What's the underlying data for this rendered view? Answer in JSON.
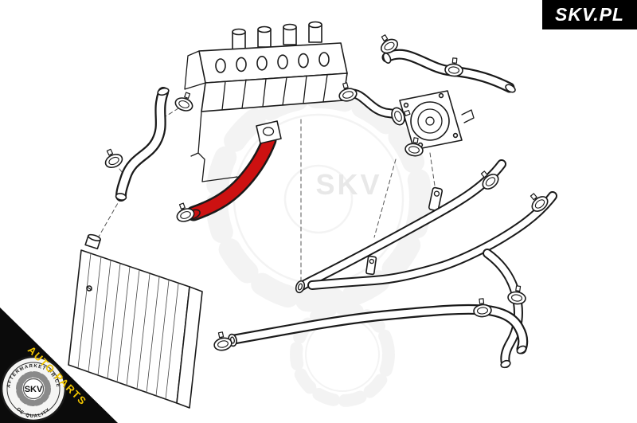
{
  "logo": {
    "text": "SKV.PL"
  },
  "watermark": {
    "text": "SKV"
  },
  "badge": {
    "center": "SKV",
    "ribbon": "AUTO PARTS",
    "arc_top": "AFTERMARKET PRICE",
    "arc_bottom": "OE QUALITY"
  },
  "colors": {
    "highlight": "#cc1111",
    "line": "#1a1a1a",
    "watermark": "#e9e9e9",
    "accent_yellow": "#f2c500",
    "logo_bg": "#000000",
    "logo_text": "#ffffff"
  }
}
